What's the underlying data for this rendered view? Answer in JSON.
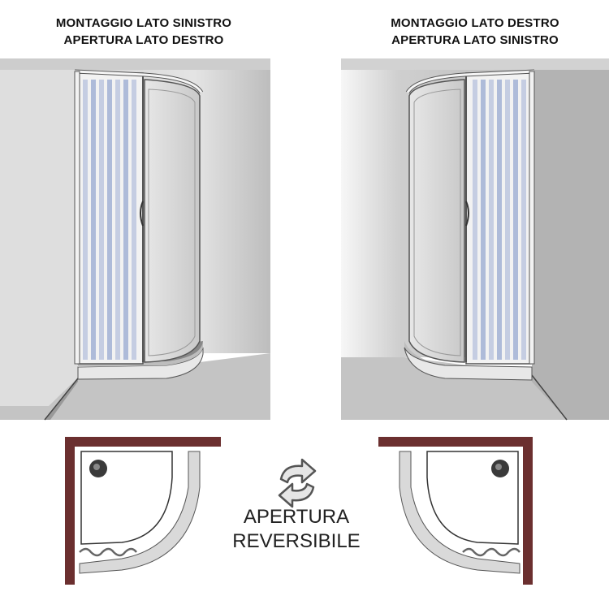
{
  "left_panel": {
    "line1": "MONTAGGIO LATO SINISTRO",
    "line2": "APERTURA LATO DESTRO"
  },
  "right_panel": {
    "line1": "MONTAGGIO LATO DESTRO",
    "line2": "APERTURA LATO SINISTRO"
  },
  "center": {
    "line1": "APERTURA",
    "line2": "REVERSIBILE",
    "icon": "swap-arrows-icon"
  },
  "colors": {
    "frame": "#6b2f2f",
    "wall_light": "#e9e9e9",
    "wall_dark": "#b9b9b9",
    "glass_panel": "#cfd6e8",
    "outline": "#333333"
  }
}
